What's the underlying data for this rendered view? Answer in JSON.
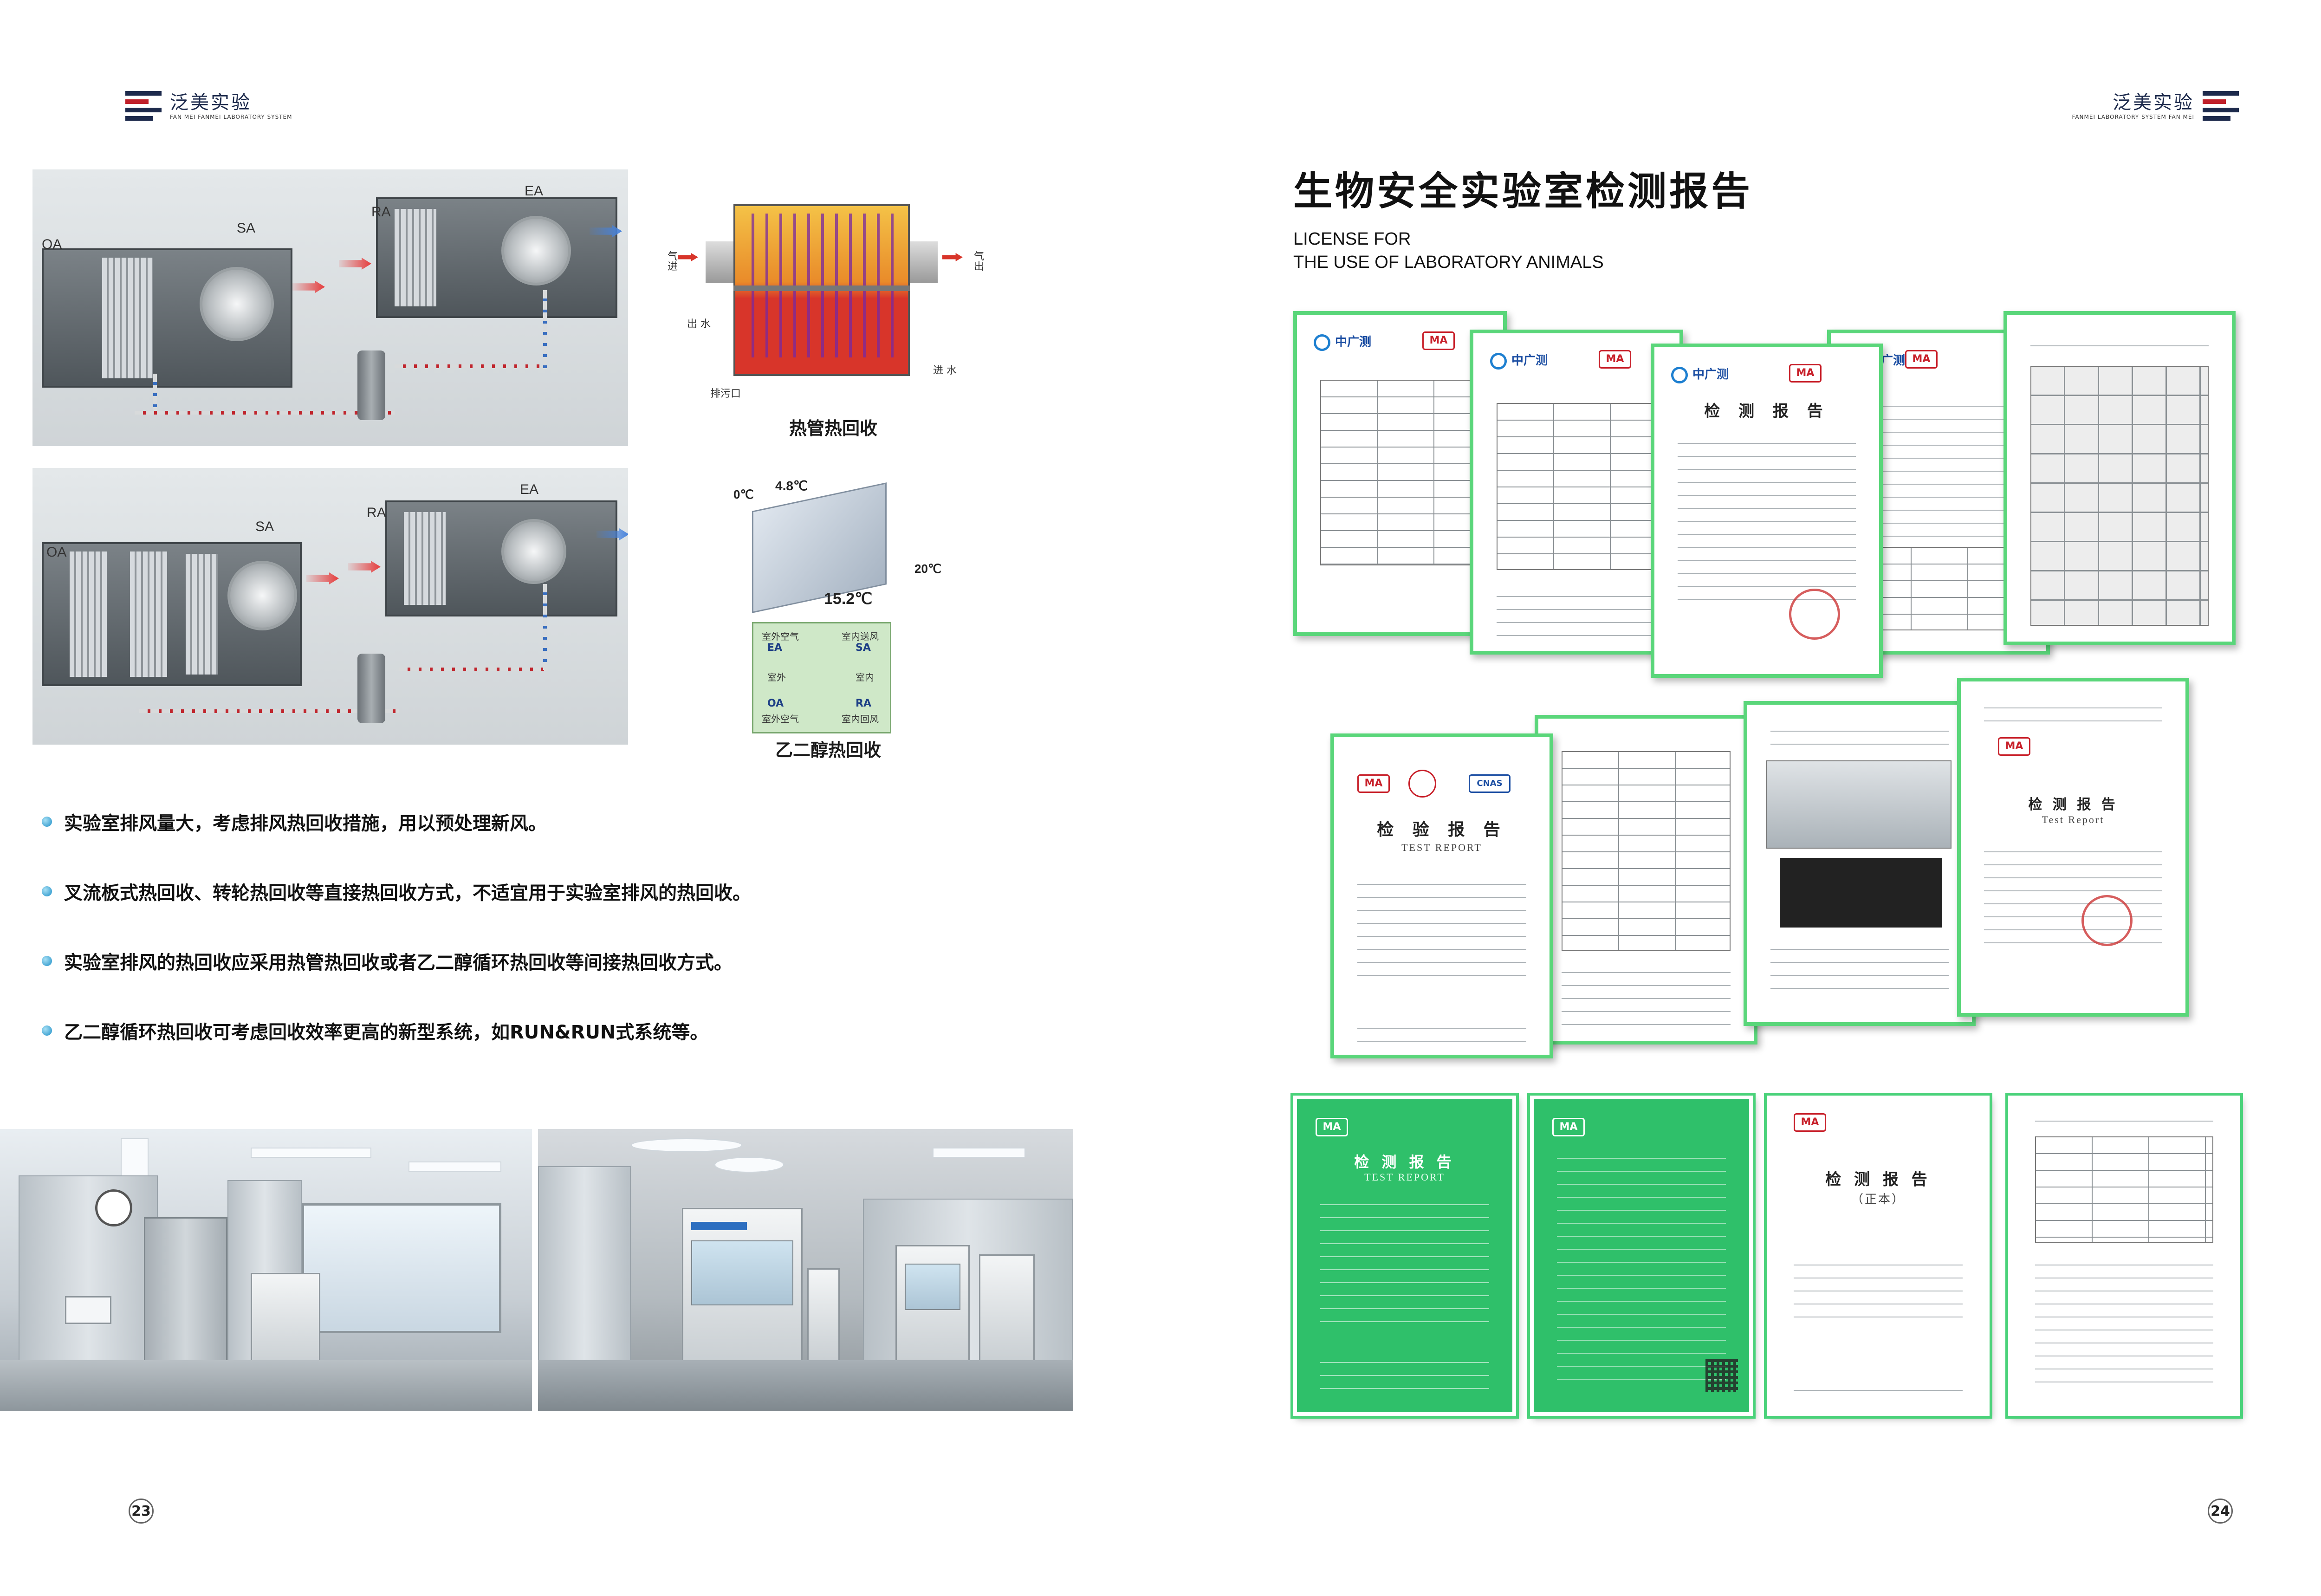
{
  "brand": {
    "name": "泛美实验",
    "sub_left": "FAN MEI  FANMEI LABORATORY SYSTEM",
    "sub_right": "FANMEI LABORATORY SYSTEM  FAN MEI"
  },
  "left_page": {
    "hvac_labels": {
      "oa": "OA",
      "sa": "SA",
      "ra": "RA",
      "ea": "EA"
    },
    "heat_pipe": {
      "in_air": "气进",
      "out_air": "气出",
      "water_out": "出 水",
      "water_in": "进 水",
      "drain": "排污口",
      "caption": "热管热回收"
    },
    "glycol": {
      "t1": "0℃",
      "t2": "4.8℃",
      "t3": "20℃",
      "t4": "15.2℃",
      "ea_cn": "室外空气",
      "ea": "EA",
      "sa_cn": "室内送风",
      "sa": "SA",
      "outdoor": "室外",
      "indoor": "室内",
      "oa": "OA",
      "oa_cn": "室外空气",
      "ra": "RA",
      "ra_cn": "室内回风",
      "caption": "乙二醇热回收"
    },
    "bullets": [
      "实验室排风量大，考虑排风热回收措施，用以预处理新风。",
      "叉流板式热回收、转轮热回收等直接热回收方式，不适宜用于实验室排风的热回收。",
      "实验室排风的热回收应采用热管热回收或者乙二醇循环热回收等间接热回收方式。",
      "乙二醇循环热回收可考虑回收效率更高的新型系统，如RUN&RUN式系统等。"
    ],
    "page_number": "23"
  },
  "right_page": {
    "title_cn": "生物安全实验室检测报告",
    "title_en_line1": "LICENSE FOR",
    "title_en_line2": "THE USE OF LABORATORY ANIMALS",
    "cert_texts": {
      "logo": "中广测",
      "ma": "MA",
      "report_cn": "检 测 报 告",
      "report_cn2": "检 验 报 告",
      "report_en": "TEST REPORT",
      "test_report_small": "Test Report",
      "zheng_ben": "（正本）",
      "cnas": "CNAS"
    },
    "page_number": "24"
  },
  "colors": {
    "brand_navy": "#1d2a4c",
    "brand_red": "#c0202a",
    "cert_border_green": "#5ad67a",
    "cert_fill_green": "#2fc06a",
    "bullet_blue": "#1e8fc7"
  }
}
